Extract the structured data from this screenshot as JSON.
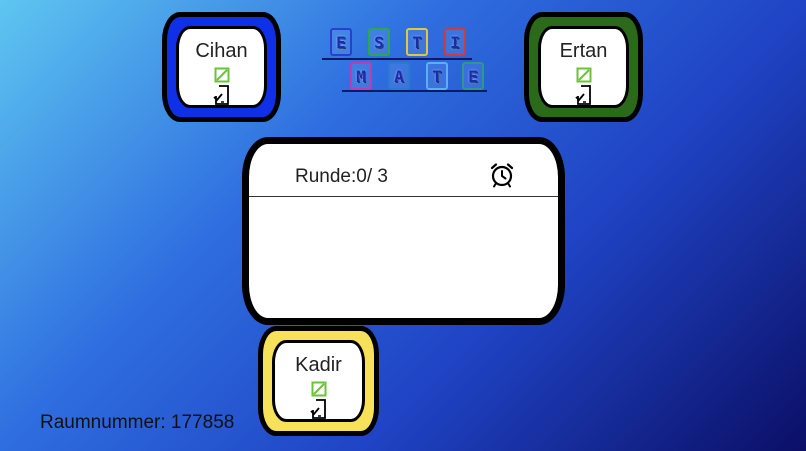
{
  "players": [
    {
      "id": "cihan",
      "name": "Cihan",
      "color": "#1030e8"
    },
    {
      "id": "ertan",
      "name": "Ertan",
      "color": "#2a6a1a"
    },
    {
      "id": "kadir",
      "name": "Kadir",
      "color": "#f7e05a"
    }
  ],
  "logo": {
    "row1": [
      "E",
      "S",
      "T",
      "I"
    ],
    "row2": [
      "M",
      "A",
      "T",
      "E"
    ],
    "tile_colors": [
      "#2a3fd0",
      "#2aa84a",
      "#e0c83a",
      "#d03a3a",
      "#c03ab0",
      "#2a7ad0",
      "#5ab0f0",
      "#2a9a8a"
    ]
  },
  "board": {
    "round_label": "Runde:0/ 3",
    "timer_icon": "alarm-clock-icon"
  },
  "room": {
    "label": "Raumnummer: 177858"
  },
  "icons": {
    "status": "edit-square-icon",
    "device": "phone-check-icon"
  }
}
